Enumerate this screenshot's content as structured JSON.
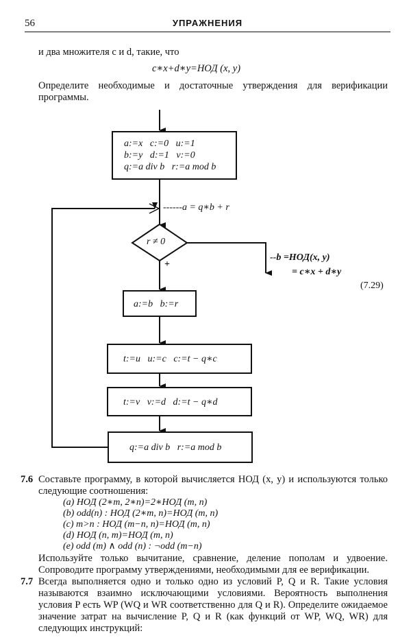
{
  "header": {
    "page_number": "56",
    "title": "УПРАЖНЕНИЯ"
  },
  "intro": {
    "line1": "и два множителя c и d, такие, что",
    "formula": "c∗x+d∗y=НОД (x, y)",
    "para": "Определите необходимые и достаточные утверждения для верификации программы."
  },
  "flowchart": {
    "init": [
      "a:=x   c:=0   u:=1",
      "b:=y   d:=1   v:=0",
      "q:=a div b   r:=a mod b"
    ],
    "invariant": "------a = q∗b + r",
    "condition": "r ≠ 0",
    "plus": "+",
    "exit_line1": "--b =НОД(x, y)",
    "exit_line2": "= c∗x + d∗y",
    "eq_number": "(7.29)",
    "step1": "a:=b   b:=r",
    "step2": "t:=u   u:=c   c:=t − q∗c",
    "step3": "t:=v   v:=d   d:=t − q∗d",
    "step4": "q:=a div b   r:=a mod b"
  },
  "ex76": {
    "number": "7.6",
    "text": "Составьте программу, в которой вычисляется НОД (x, y) и используются только следующие соотношения:",
    "items": [
      "(a)  НОД (2∗m, 2∗n)=2∗НОД (m, n)",
      "(b)  odd(n) : НОД (2∗m, n)=НОД (m, n)",
      "(c)  m>n : НОД (m−n, n)=НОД (m, n)",
      "(d)  НОД (n, m)=НОД (m, n)",
      "(e)  odd (m) ∧ odd (n) : ¬odd (m−n)"
    ],
    "after": "Используйте только вычитание, сравнение, деление пополам и удвоение. Сопроводите программу утверждениями, необходимыми для ее верификации."
  },
  "ex77": {
    "number": "7.7",
    "text": "Всегда выполняется одно и только одно из условий P, Q и R. Такие условия называются взаимно исключающими условиями. Вероятность выполнения условия P есть WP (WQ и WR соответственно для Q и R). Определите ожидаемое значение затрат на вычисление P, Q и R (как функций от WP, WQ, WR) для следующих инструкций:"
  }
}
